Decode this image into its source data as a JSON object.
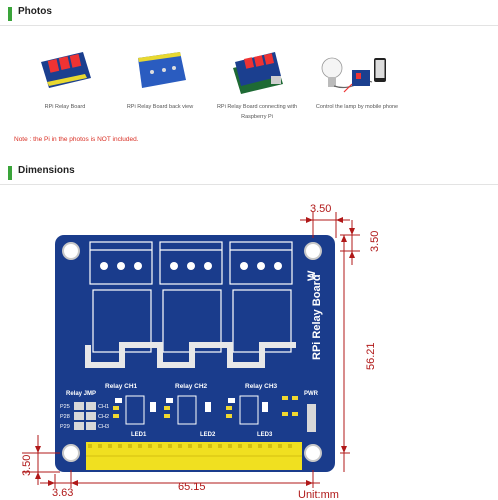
{
  "sections": {
    "photos_title": "Photos",
    "dimensions_title": "Dimensions"
  },
  "photos": [
    {
      "caption": "RPi Relay Board"
    },
    {
      "caption": "RPi Relay Board back view"
    },
    {
      "caption_line1": "RPi Relay Board connecting with",
      "caption_line2": "Raspberry Pi"
    },
    {
      "caption": "Control the lamp by mobile phone"
    }
  ],
  "note": "Note : the Pi in the photos is NOT included.",
  "board": {
    "title": "RPi Relay Board",
    "relay_labels": [
      "Relay CH1",
      "Relay CH2",
      "Relay CH3"
    ],
    "jmp_title": "Relay JMP",
    "jmp_pins": [
      "P25",
      "P28",
      "P29"
    ],
    "jmp_channels": [
      "CH1",
      "CH2",
      "CH3"
    ],
    "led_labels": [
      "LED1",
      "LED2",
      "LED3"
    ],
    "pwr_label": "PWR"
  },
  "dimensions": {
    "top_offset": "3.50",
    "right_offset": "3.50",
    "height": "56.21",
    "left_offset": "3.50",
    "bottom_offset": "3.63",
    "width": "65.15",
    "unit": "Unit:mm"
  },
  "colors": {
    "accent_green": "#3aa43a",
    "board_blue": "#1a3c8c",
    "dimension_red": "#b01818",
    "header_yellow": "#f0e020"
  }
}
